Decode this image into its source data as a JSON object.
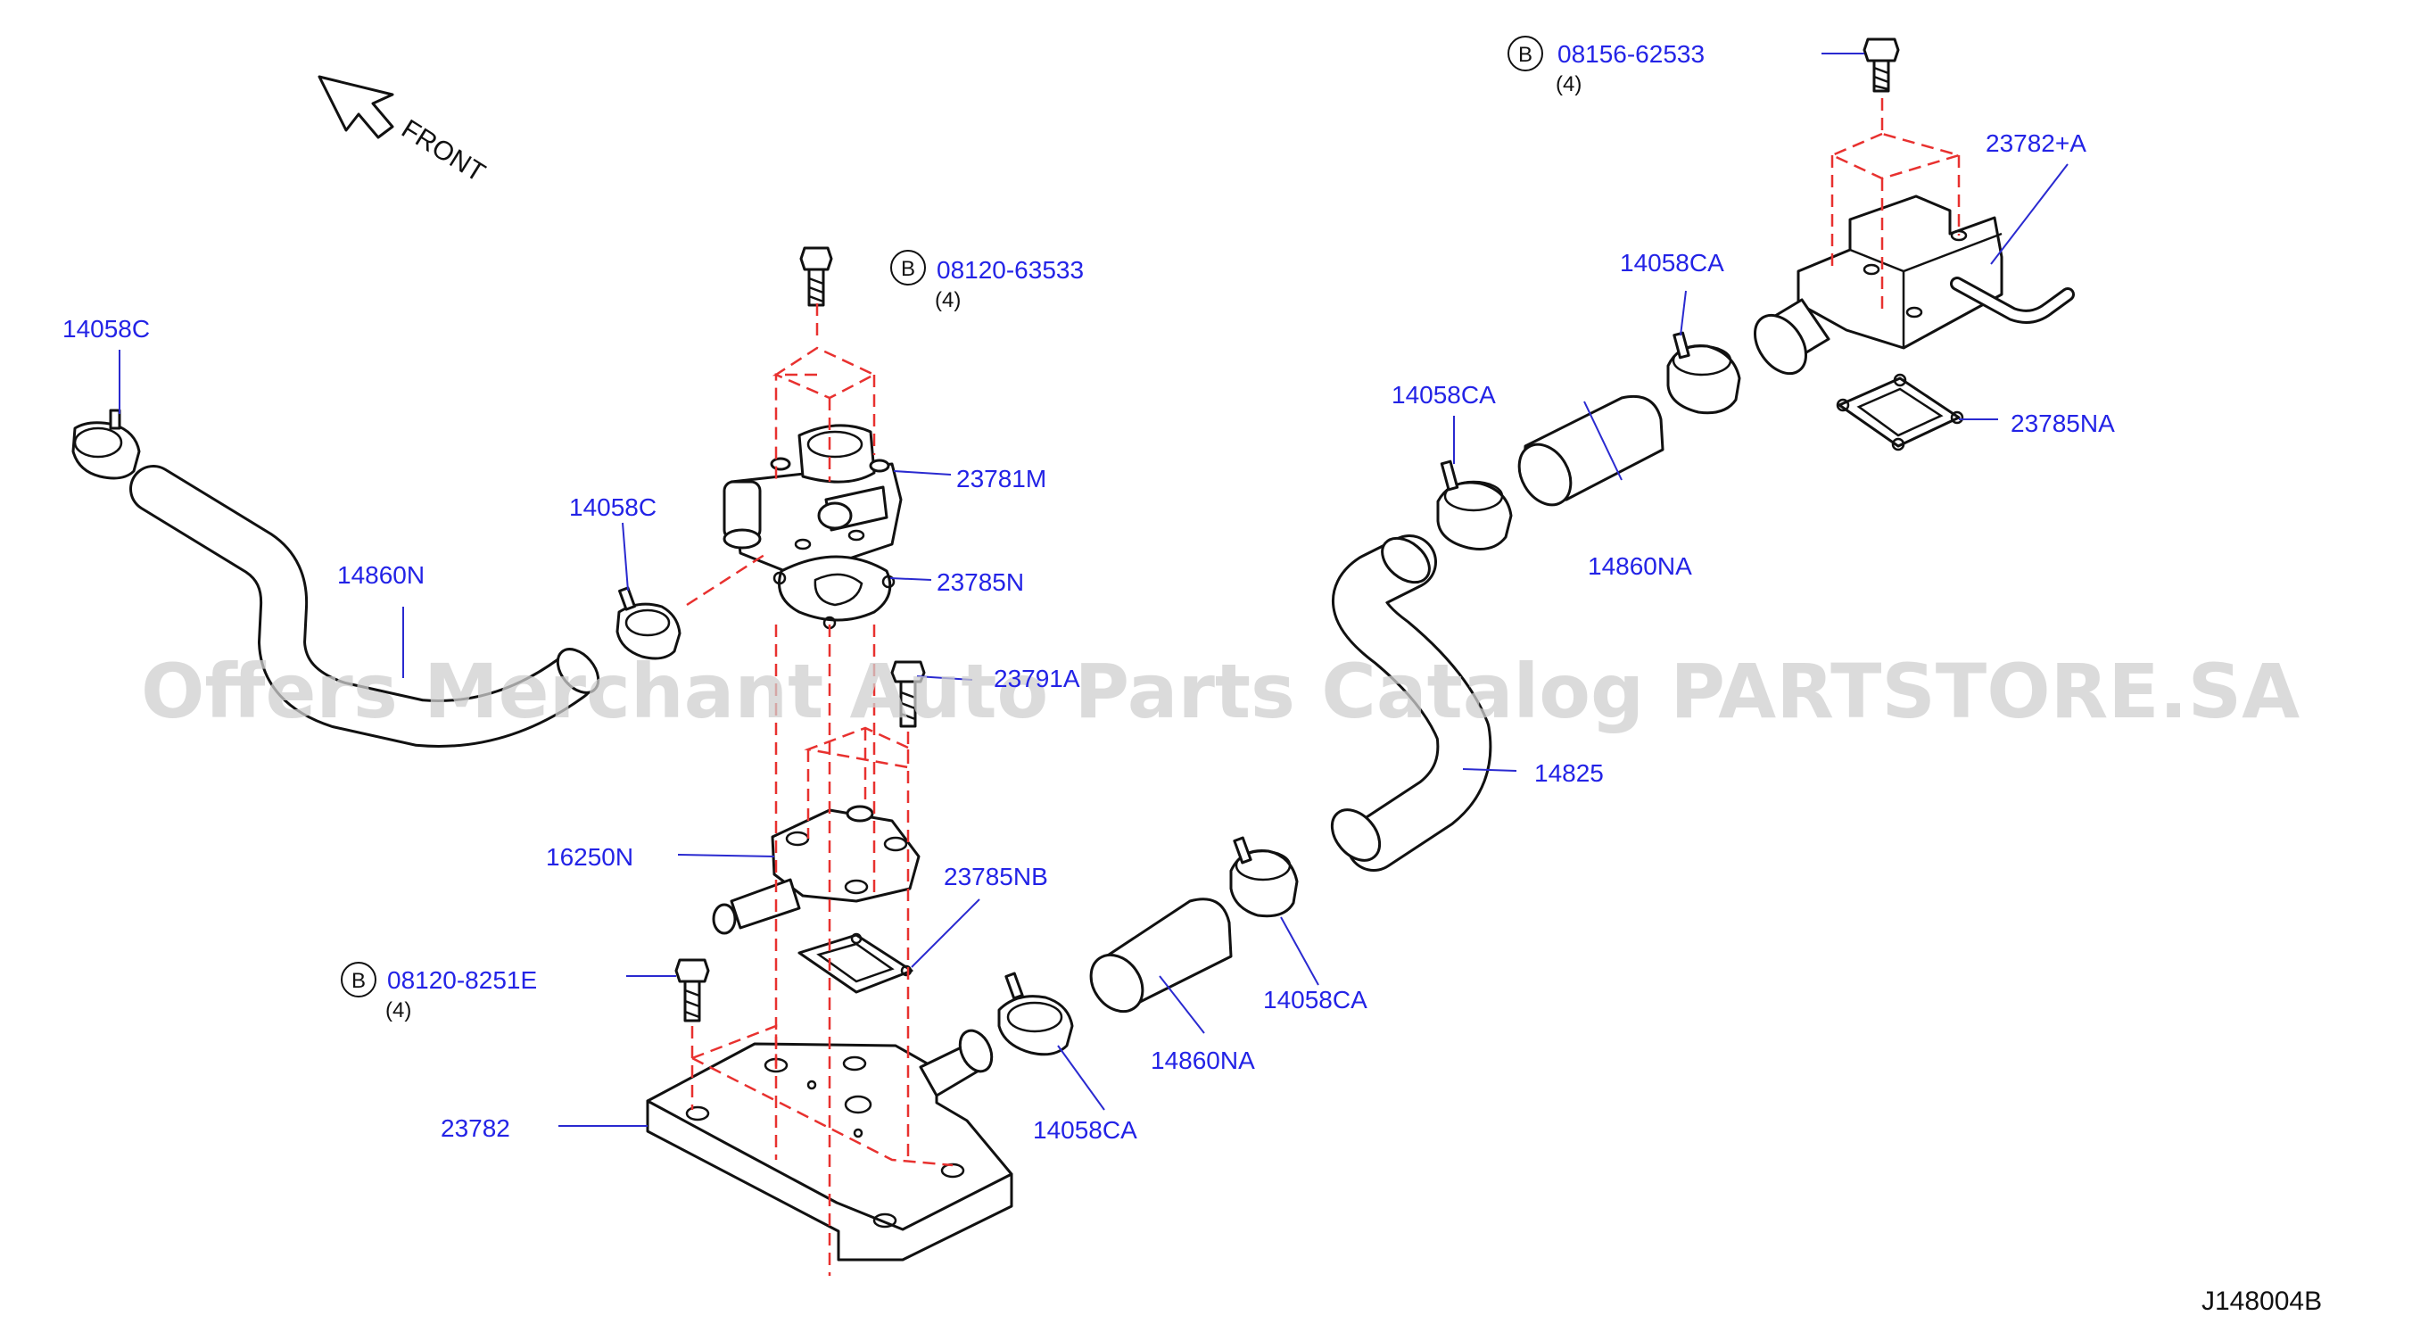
{
  "direction_label": "FRONT",
  "watermark": "Offers Merchant Auto Parts Catalog PARTSTORE.SA",
  "diagram_code": "J148004B",
  "bolt_marker": "B",
  "parts": [
    {
      "label": "14058C"
    },
    {
      "label": "14860N"
    },
    {
      "label": "14058C"
    },
    {
      "label": "08120-63533",
      "qty": "(4)"
    },
    {
      "label": "23781M"
    },
    {
      "label": "23785N"
    },
    {
      "label": "23791A"
    },
    {
      "label": "16250N"
    },
    {
      "label": "23785NB"
    },
    {
      "label": "08120-8251E",
      "qty": "(4)"
    },
    {
      "label": "23782"
    },
    {
      "label": "14058CA"
    },
    {
      "label": "14860NA"
    },
    {
      "label": "14058CA"
    },
    {
      "label": "14825"
    },
    {
      "label": "14058CA"
    },
    {
      "label": "14860NA"
    },
    {
      "label": "14058CA"
    },
    {
      "label": "08156-62533",
      "qty": "(4)"
    },
    {
      "label": "23782+A"
    },
    {
      "label": "23785NA"
    }
  ]
}
